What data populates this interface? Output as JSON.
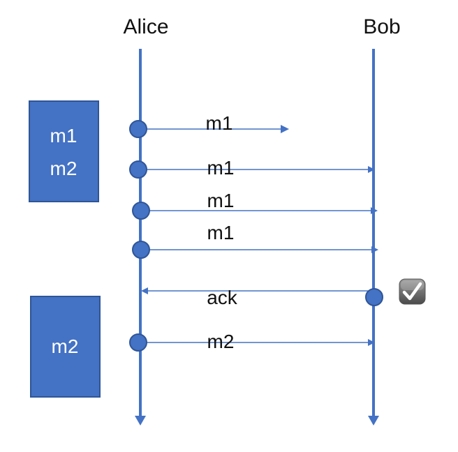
{
  "actors": {
    "alice": "Alice",
    "bob": "Bob"
  },
  "buffers": [
    {
      "lines": [
        "m1",
        "m2"
      ]
    },
    {
      "lines": [
        "m2"
      ]
    }
  ],
  "messages": [
    {
      "label": "m1",
      "from": "Alice",
      "to": "Bob",
      "delivered": false
    },
    {
      "label": "m1",
      "from": "Alice",
      "to": "Bob",
      "delivered": true
    },
    {
      "label": "m1",
      "from": "Alice",
      "to": "Bob",
      "delivered": true
    },
    {
      "label": "m1",
      "from": "Alice",
      "to": "Bob",
      "delivered": true
    },
    {
      "label": "ack",
      "from": "Bob",
      "to": "Alice",
      "delivered": true
    },
    {
      "label": "m2",
      "from": "Alice",
      "to": "Bob",
      "delivered": true
    }
  ],
  "icons": {
    "ack_status": "checkbox-checked-icon"
  },
  "colors": {
    "lifeline": "#4472c4",
    "node_fill": "#4472c4",
    "node_stroke": "#2f5597",
    "box_fill": "#4472c4",
    "box_stroke": "#2f5597",
    "arrow": "#4472c4"
  }
}
